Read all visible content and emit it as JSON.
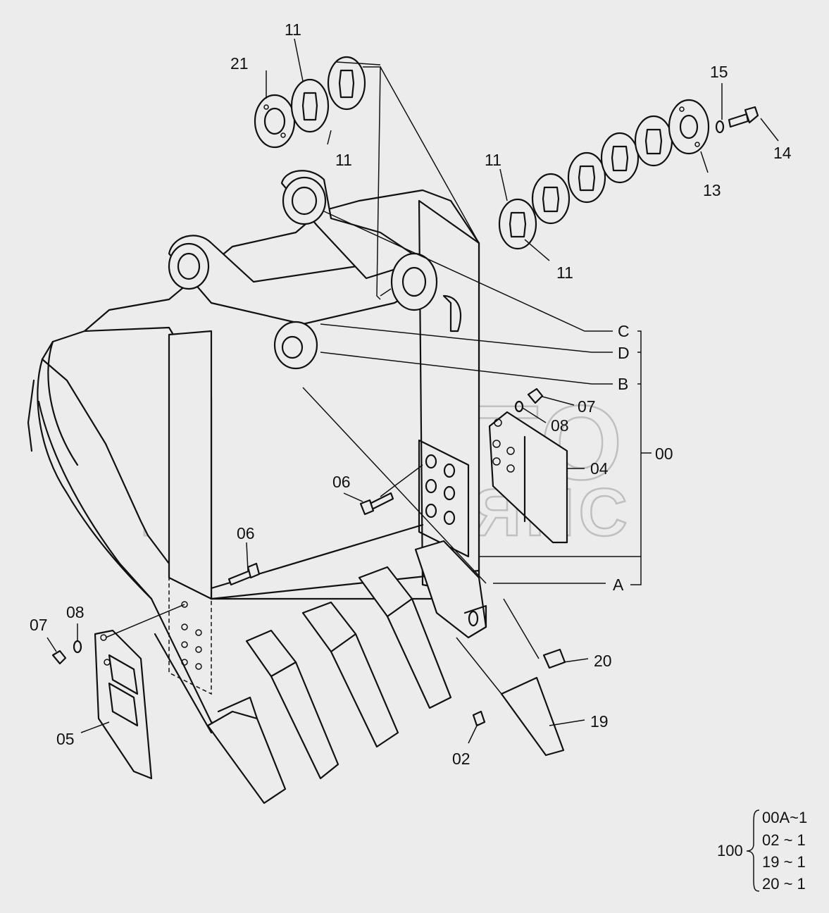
{
  "watermark": {
    "line1": "АВТО",
    "line2": "АЛЬЯНС"
  },
  "labels": {
    "p21": "21",
    "p11_top_a": "11",
    "p11_top_b": "11",
    "p11_mid_a": "11",
    "p11_mid_b": "11",
    "p15": "15",
    "p14": "14",
    "p13": "13",
    "C": "C",
    "D": "D",
    "B": "B",
    "A": "A",
    "p00": "00",
    "p07_right": "07",
    "p08_right": "08",
    "p04": "04",
    "p06_mid": "06",
    "p06_left": "06",
    "p07_left": "07",
    "p08_left": "08",
    "p05": "05",
    "p20": "20",
    "p19": "19",
    "p02": "02"
  },
  "bom": {
    "parent": "100",
    "rows": [
      "00A~1",
      "02 ~ 1",
      "19 ~ 1",
      "20 ~ 1"
    ]
  }
}
